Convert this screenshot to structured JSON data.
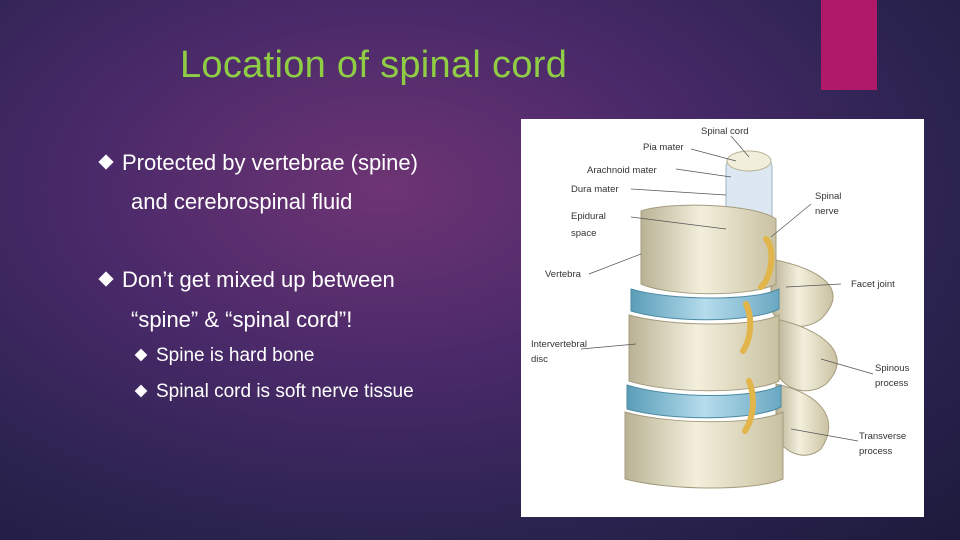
{
  "slide": {
    "title": "Location of spinal cord",
    "accent_color": "#b0186a",
    "title_color": "#8fcd45",
    "bullets": [
      {
        "line1": "Protected by vertebrae (spine)",
        "line2": "and cerebrospinal fluid"
      },
      {
        "line1": "Don’t get mixed up between",
        "line2": "“spine” & “spinal cord”!"
      }
    ],
    "sub_bullets": [
      "Spine is hard bone",
      "Spinal cord is soft nerve tissue"
    ]
  },
  "diagram": {
    "labels": {
      "spinal_cord": "Spinal cord",
      "pia_mater": "Pia mater",
      "arachnoid_mater": "Arachnoid mater",
      "dura_mater": "Dura mater",
      "epidural_space_1": "Epidural",
      "epidural_space_2": "space",
      "spinal_nerve_1": "Spinal",
      "spinal_nerve_2": "nerve",
      "vertebra": "Vertebra",
      "facet_joint": "Facet joint",
      "intervertebral_disc_1": "Intervertebral",
      "intervertebral_disc_2": "disc",
      "spinous_process_1": "Spinous",
      "spinous_process_2": "process",
      "transverse_process_1": "Transverse",
      "transverse_process_2": "process"
    }
  }
}
